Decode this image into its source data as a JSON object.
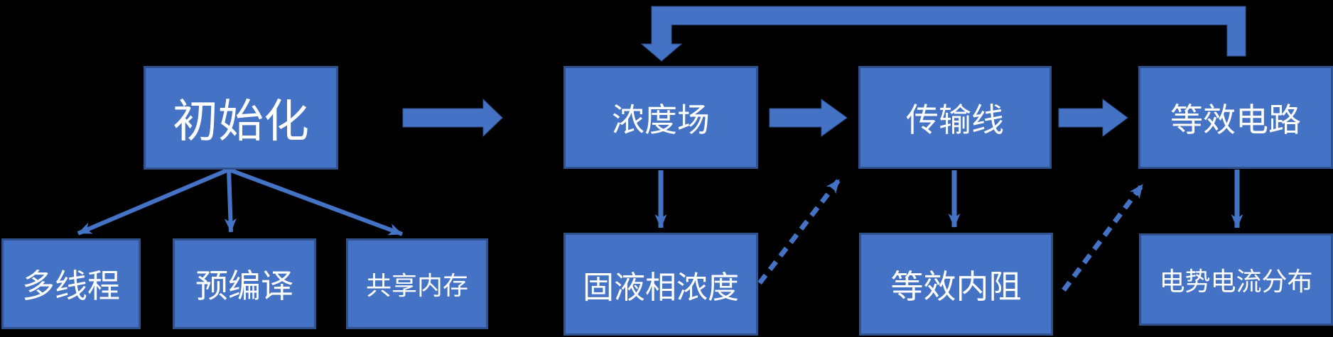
{
  "diagram": {
    "description": "Simulation flowchart on black background",
    "colors": {
      "background": "#000000",
      "box_fill": "#4472C4",
      "box_border": "#2F528F",
      "arrow": "#4472C4",
      "text": "#FFFFFF"
    },
    "nodes": {
      "init": {
        "label": "初始化"
      },
      "multithreading": {
        "label": "多线程"
      },
      "precompile": {
        "label": "预编译"
      },
      "shared_memory": {
        "label": "共享内存"
      },
      "concentration_field": {
        "label": "浓度场"
      },
      "solid_liquid_concentration": {
        "label": "固液相浓度"
      },
      "transmission_line": {
        "label": "传输线"
      },
      "equivalent_internal_resistance": {
        "label": "等效内阻"
      },
      "equivalent_circuit": {
        "label": "等效电路"
      },
      "potential_current_distribution": {
        "label": "电势电流分布"
      }
    },
    "edges": [
      {
        "from": "init",
        "to": "multithreading",
        "style": "thin-solid-arrow"
      },
      {
        "from": "init",
        "to": "precompile",
        "style": "thin-solid-arrow"
      },
      {
        "from": "init",
        "to": "shared_memory",
        "style": "thin-solid-arrow"
      },
      {
        "from": "init",
        "to": "concentration_field",
        "style": "block-arrow"
      },
      {
        "from": "concentration_field",
        "to": "transmission_line",
        "style": "block-arrow"
      },
      {
        "from": "transmission_line",
        "to": "equivalent_circuit",
        "style": "block-arrow"
      },
      {
        "from": "equivalent_circuit",
        "to": "concentration_field",
        "style": "thick-elbow-feedback-arrow"
      },
      {
        "from": "concentration_field",
        "to": "solid_liquid_concentration",
        "style": "thin-solid-arrow"
      },
      {
        "from": "transmission_line",
        "to": "equivalent_internal_resistance",
        "style": "thin-solid-arrow"
      },
      {
        "from": "equivalent_circuit",
        "to": "potential_current_distribution",
        "style": "thin-solid-arrow"
      },
      {
        "from": "solid_liquid_concentration",
        "to": "transmission_line",
        "style": "dashed-arrow"
      },
      {
        "from": "equivalent_internal_resistance",
        "to": "equivalent_circuit",
        "style": "dashed-arrow"
      }
    ]
  }
}
